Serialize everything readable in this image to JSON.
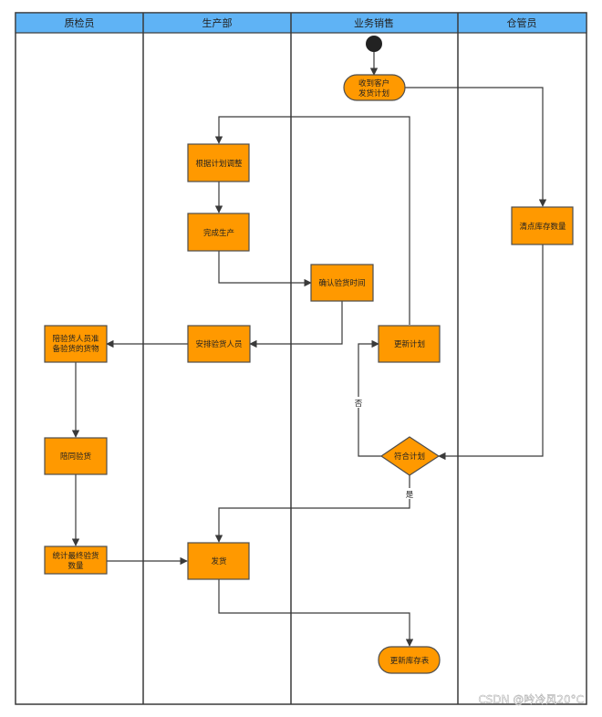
{
  "lanes": [
    "质检员",
    "生产部",
    "业务销售",
    "仓管员"
  ],
  "nodes": {
    "receive_plan": [
      "收到客户",
      "发货计划"
    ],
    "adjust_plan": [
      "根据计划调整"
    ],
    "finish_production": [
      "完成生产"
    ],
    "confirm_time": [
      "确认验货时间"
    ],
    "arrange_inspector": [
      "安排验货人员"
    ],
    "inspector_prepare": [
      "陪验货人员准",
      "备验货的货物"
    ],
    "inspect_with": [
      "陪同验货"
    ],
    "count_final": [
      "统计最终验货",
      "数量"
    ],
    "ship": [
      "发货"
    ],
    "update_plan": [
      "更新计划"
    ],
    "check_plan": [
      "符合计划"
    ],
    "count_stock": [
      "清点库存数量"
    ],
    "update_stock": [
      "更新库存表"
    ]
  },
  "edge_labels": {
    "no": "否",
    "yes": "是"
  },
  "watermark": "CSDN @吟冷风20°C",
  "colors": {
    "header": "#5fb3f5",
    "node_fill": "#ff9900",
    "node_stroke": "#4d4d4d",
    "line": "#3a3a3a",
    "start": "#222222"
  }
}
